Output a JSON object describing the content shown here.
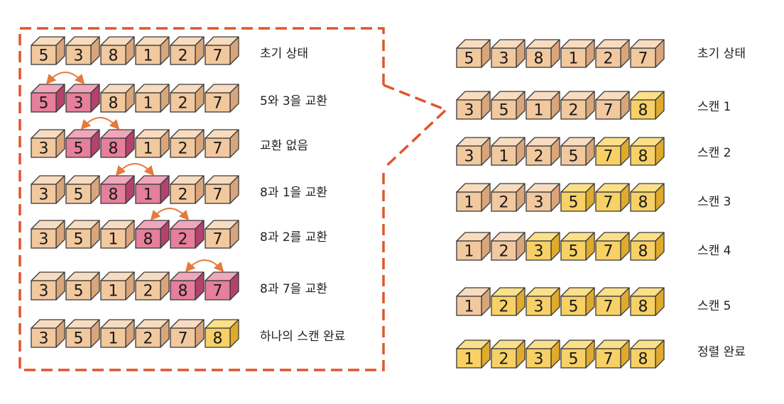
{
  "colors": {
    "beige_front": "#f2c89e",
    "beige_top": "#f8dcc0",
    "beige_side": "#d9a57a",
    "pink_front": "#e57f9c",
    "pink_top": "#f0a6bb",
    "pink_side": "#b3426c",
    "yellow_front": "#f7d166",
    "yellow_top": "#fbe08a",
    "yellow_side": "#e0aa2c",
    "outline": "#3a3a3a",
    "arrow": "#e47a3c",
    "dashed_border": "#e0552c"
  },
  "left_panel": {
    "rows": [
      {
        "values": [
          5,
          3,
          8,
          1,
          2,
          7
        ],
        "states": [
          "b",
          "b",
          "b",
          "b",
          "b",
          "b"
        ],
        "swap_arrow": null,
        "caption": "초기 상태"
      },
      {
        "values": [
          5,
          3,
          8,
          1,
          2,
          7
        ],
        "states": [
          "p",
          "p",
          "b",
          "b",
          "b",
          "b"
        ],
        "swap_arrow": [
          0,
          1
        ],
        "caption": "5와 3을 교환"
      },
      {
        "values": [
          3,
          5,
          8,
          1,
          2,
          7
        ],
        "states": [
          "b",
          "p",
          "p",
          "b",
          "b",
          "b"
        ],
        "swap_arrow": [
          1,
          2
        ],
        "caption": "교환 없음"
      },
      {
        "values": [
          3,
          5,
          8,
          1,
          2,
          7
        ],
        "states": [
          "b",
          "b",
          "p",
          "p",
          "b",
          "b"
        ],
        "swap_arrow": [
          2,
          3
        ],
        "caption": "8과 1을 교환"
      },
      {
        "values": [
          3,
          5,
          1,
          8,
          2,
          7
        ],
        "states": [
          "b",
          "b",
          "b",
          "p",
          "p",
          "b"
        ],
        "swap_arrow": [
          3,
          4
        ],
        "caption": "8과 2를 교환"
      },
      {
        "values": [
          3,
          5,
          1,
          2,
          8,
          7
        ],
        "states": [
          "b",
          "b",
          "b",
          "b",
          "p",
          "p"
        ],
        "swap_arrow": [
          4,
          5
        ],
        "caption": "8과 7을 교환"
      },
      {
        "values": [
          3,
          5,
          1,
          2,
          7,
          8
        ],
        "states": [
          "b",
          "b",
          "b",
          "b",
          "b",
          "y"
        ],
        "swap_arrow": null,
        "caption": "하나의 스캔 완료"
      }
    ]
  },
  "right_panel": {
    "rows": [
      {
        "values": [
          5,
          3,
          8,
          1,
          2,
          7
        ],
        "states": [
          "b",
          "b",
          "b",
          "b",
          "b",
          "b"
        ],
        "caption": "초기 상태"
      },
      {
        "values": [
          3,
          5,
          1,
          2,
          7,
          8
        ],
        "states": [
          "b",
          "b",
          "b",
          "b",
          "b",
          "y"
        ],
        "caption": "스캔 1"
      },
      {
        "values": [
          3,
          1,
          2,
          5,
          7,
          8
        ],
        "states": [
          "b",
          "b",
          "b",
          "b",
          "y",
          "y"
        ],
        "caption": "스캔 2"
      },
      {
        "values": [
          1,
          2,
          3,
          5,
          7,
          8
        ],
        "states": [
          "b",
          "b",
          "b",
          "y",
          "y",
          "y"
        ],
        "caption": "스캔 3"
      },
      {
        "values": [
          1,
          2,
          3,
          5,
          7,
          8
        ],
        "states": [
          "b",
          "b",
          "y",
          "y",
          "y",
          "y"
        ],
        "caption": "스캔 4"
      },
      {
        "values": [
          1,
          2,
          3,
          5,
          7,
          8
        ],
        "states": [
          "b",
          "y",
          "y",
          "y",
          "y",
          "y"
        ],
        "caption": "스캔 5"
      },
      {
        "values": [
          1,
          2,
          3,
          5,
          7,
          8
        ],
        "states": [
          "y",
          "y",
          "y",
          "y",
          "y",
          "y"
        ],
        "caption": "정렬 완료"
      }
    ]
  }
}
